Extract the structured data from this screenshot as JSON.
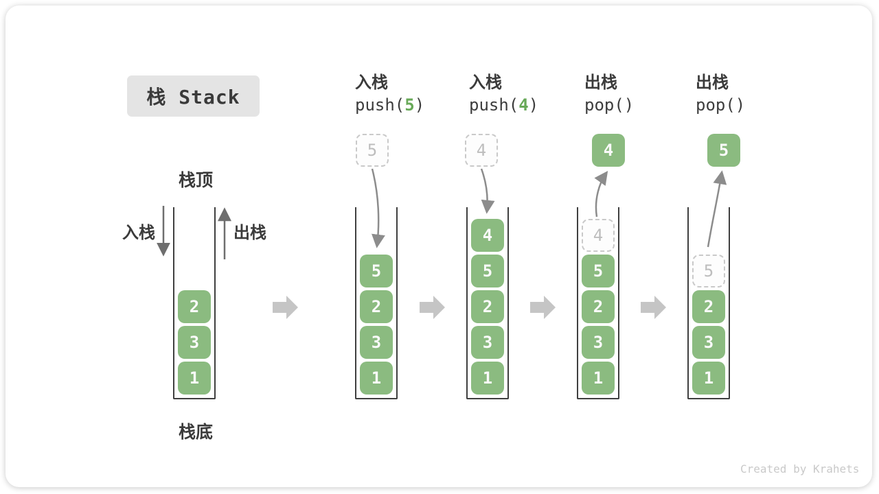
{
  "title": "栈 Stack",
  "labels": {
    "stack_top": "栈顶",
    "stack_bottom": "栈底",
    "push_side": "入栈",
    "pop_side": "出栈"
  },
  "ops": [
    {
      "cn": "入栈",
      "pre": "push(",
      "arg": "5",
      "post": ")"
    },
    {
      "cn": "入栈",
      "pre": "push(",
      "arg": "4",
      "post": ")"
    },
    {
      "cn": "出栈",
      "pre": "pop(",
      "arg": "",
      "post": ")"
    },
    {
      "cn": "出栈",
      "pre": "pop(",
      "arg": "",
      "post": ")"
    }
  ],
  "stacks": [
    [
      "2",
      "3",
      "1"
    ],
    [
      "5",
      "2",
      "3",
      "1"
    ],
    [
      "4",
      "5",
      "2",
      "3",
      "1"
    ],
    [
      "4",
      "5",
      "2",
      "3",
      "1"
    ],
    [
      "5",
      "2",
      "3",
      "1"
    ]
  ],
  "floats": [
    {
      "value": "5",
      "variant": "dashed"
    },
    {
      "value": "4",
      "variant": "dashed"
    },
    {
      "value": "4",
      "variant": "solid"
    },
    {
      "value": "5",
      "variant": "solid"
    }
  ],
  "watermark": "Created by Krahets",
  "colors": {
    "block_green": "#8bbb80",
    "arg_green": "#68a958",
    "dashed_gray": "#c9c9c9",
    "container_line": "#3f3f3f",
    "curve_arrow": "#8c8c8c",
    "straight_arrow": "#6e6e6e",
    "step_arrow": "#c5c5c5",
    "title_bg": "#e4e4e4",
    "text_dark": "#3b3b3b",
    "watermark_gray": "#c9c9c9"
  }
}
